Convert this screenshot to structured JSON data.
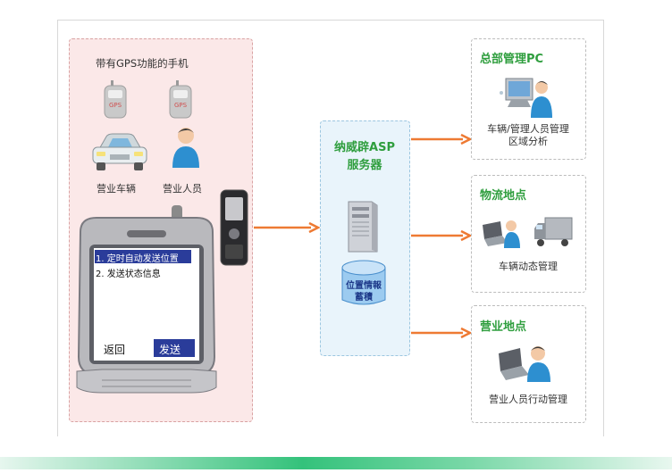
{
  "left_panel": {
    "title": "带有GPS功能的手机",
    "vehicle_label": "营业车辆",
    "person_label": "营业人员",
    "gps_badge": "GPS"
  },
  "phone": {
    "menu_item_1": "1. 定时自动发送位置",
    "menu_item_2": "2. 发送状态信息",
    "back_label": "返回",
    "send_label": "发送"
  },
  "server": {
    "title_line_1": "纳威辟ASP",
    "title_line_2": "服务器",
    "db_line_1": "位置情報",
    "db_line_2": "蓄積"
  },
  "boxes": [
    {
      "title": "总部管理PC",
      "desc_line_1": "车辆/管理人员管理",
      "desc_line_2": "区域分析"
    },
    {
      "title": "物流地点",
      "desc_line_1": "车辆动态管理",
      "desc_line_2": ""
    },
    {
      "title": "营业地点",
      "desc_line_1": "营业人员行动管理",
      "desc_line_2": ""
    }
  ],
  "colors": {
    "arrow": "#ee7a33",
    "title_green": "#2f9e3e",
    "left_panel_bg": "#fbe8e8",
    "server_panel_bg": "#e9f4fb"
  },
  "icons": [
    "gps-phone-icon",
    "car-icon",
    "person-icon",
    "mobile-phone-icon",
    "server-icon",
    "database-icon",
    "pc-user-icon",
    "truck-icon",
    "laptop-user-icon"
  ]
}
